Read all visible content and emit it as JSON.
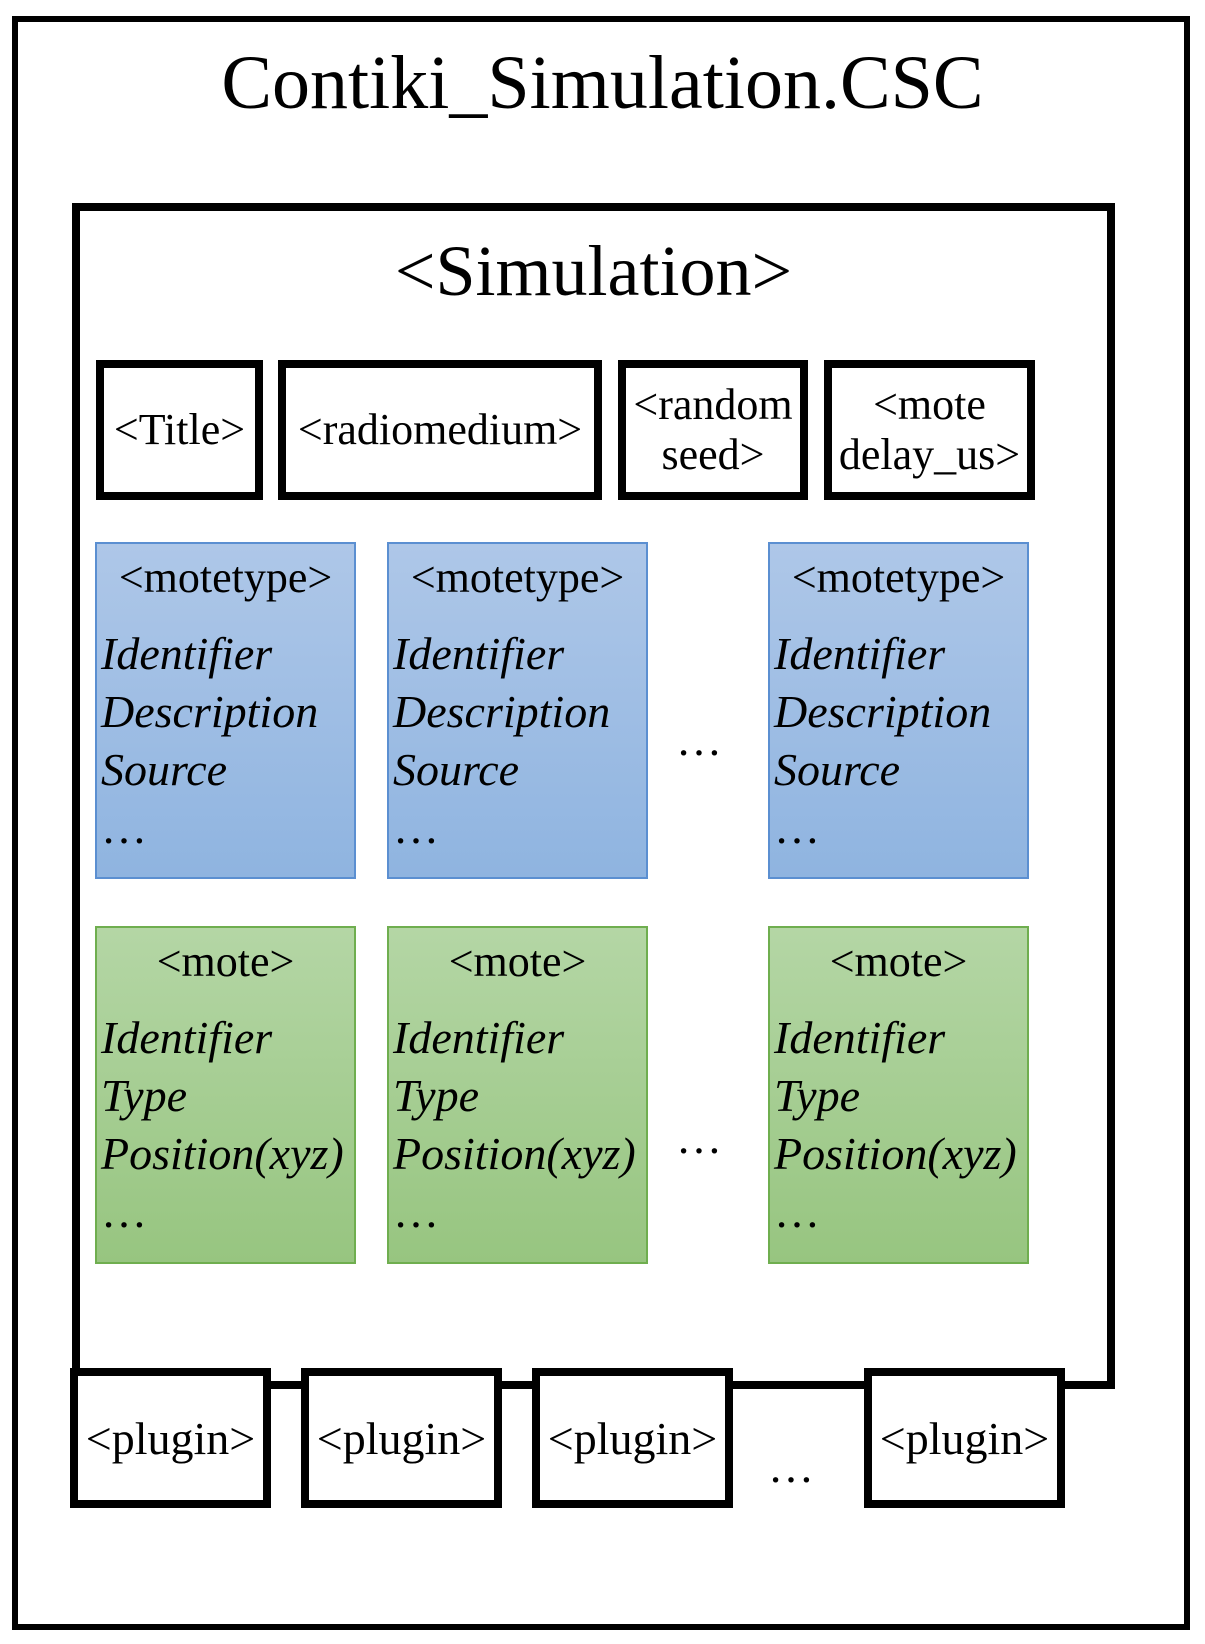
{
  "file_title": "Contiki_Simulation.CSC",
  "simulation": {
    "title": "<Simulation>",
    "attributes": [
      "<Title>",
      "<radiomedium>",
      "<random\nseed>",
      "<mote\ndelay_us>"
    ],
    "motetype_label": "<motetype>",
    "motetype_fields": [
      "Identifier",
      "Description",
      "Source",
      "…"
    ],
    "mote_label": "<mote>",
    "mote_fields": [
      "Identifier",
      "Type",
      "Position(xyz)",
      "…"
    ],
    "ellipsis": "…"
  },
  "plugins": {
    "label": "<plugin>",
    "ellipsis": "…"
  },
  "colors": {
    "motetype_fill": "#9dbde5",
    "motetype_border": "#5b8fd1",
    "mote_fill": "#a6cd93",
    "mote_border": "#6fae4f"
  }
}
